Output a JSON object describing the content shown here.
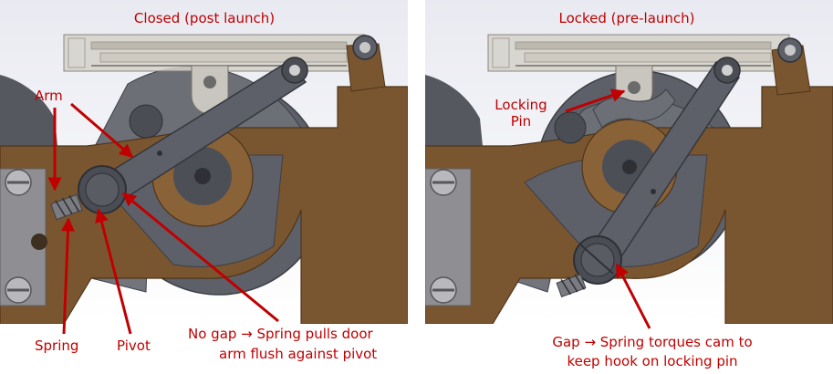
{
  "colors": {
    "annotation": "#c00000",
    "bronze": "#7a5630",
    "bronze_dark": "#4f3519",
    "steel": "#5d6068",
    "steel_dark": "#3c3f46",
    "cam": "#77797e",
    "housing": "#b8b8b8",
    "background_top": "#e9eaf1",
    "background_bottom": "#ffffff"
  },
  "panels": {
    "left": {
      "title": "Closed (post launch)",
      "labels": {
        "arm": "Arm",
        "spring": "Spring",
        "pivot": "Pivot",
        "note_line1": "No gap → Spring pulls door",
        "note_line2": "arm flush against pivot"
      }
    },
    "right": {
      "title": "Locked (pre-launch)",
      "labels": {
        "locking_line1": "Locking",
        "locking_line2": "Pin",
        "note_line1": "Gap → Spring torques cam to",
        "note_line2": "keep hook on locking pin"
      }
    }
  }
}
